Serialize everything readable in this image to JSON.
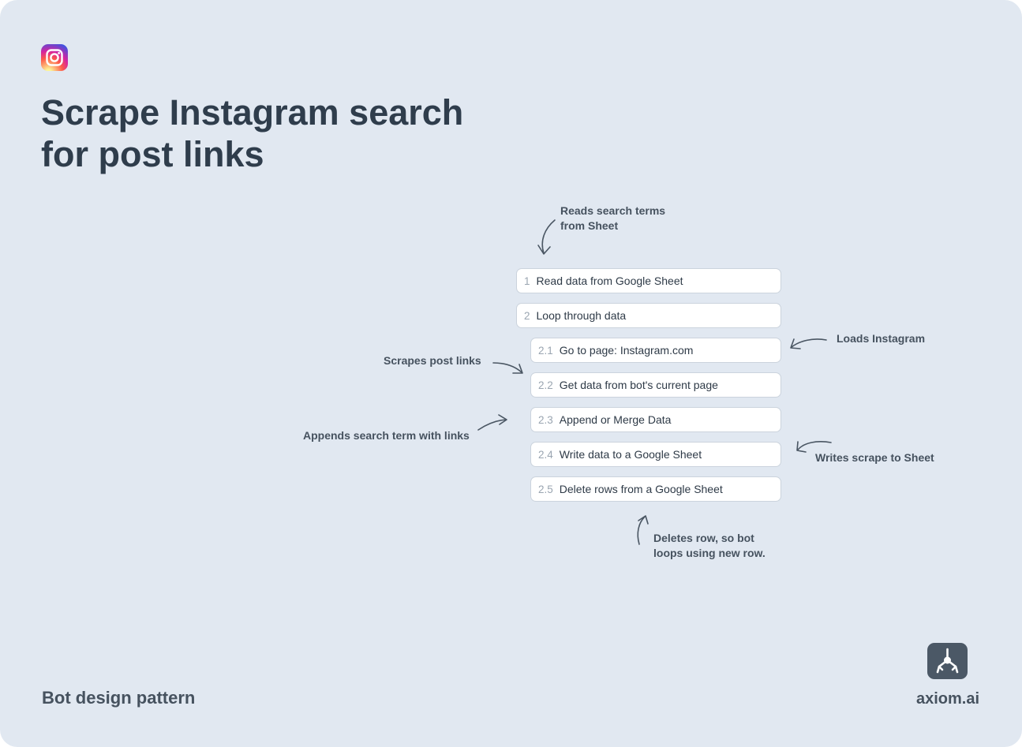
{
  "title": "Scrape Instagram search for post links",
  "logo_icon": "instagram-icon",
  "steps": [
    {
      "num": "1",
      "label": "Read data from Google Sheet"
    },
    {
      "num": "2",
      "label": "Loop through data"
    },
    {
      "num": "2.1",
      "label": "Go to page: Instagram.com"
    },
    {
      "num": "2.2",
      "label": "Get data from bot's current page"
    },
    {
      "num": "2.3",
      "label": "Append or Merge Data"
    },
    {
      "num": "2.4",
      "label": "Write data to a Google Sheet"
    },
    {
      "num": "2.5",
      "label": "Delete rows from a Google Sheet"
    }
  ],
  "annotations": {
    "reads": "Reads search terms\nfrom Sheet",
    "loads": "Loads Instagram",
    "scrapes": "Scrapes post links",
    "appends": "Appends search term with links",
    "writes": "Writes scrape to Sheet",
    "deletes": "Deletes row, so bot\nloops using new row."
  },
  "footer": {
    "left": "Bot design pattern",
    "brand": "axiom.ai",
    "brand_icon": "axiom-claw-icon"
  },
  "colors": {
    "background": "#e1e8f1",
    "text": "#2f3d4c",
    "box_border": "#cbd3dd",
    "step_number": "#9aa5b1",
    "arrow": "#4a5663"
  }
}
